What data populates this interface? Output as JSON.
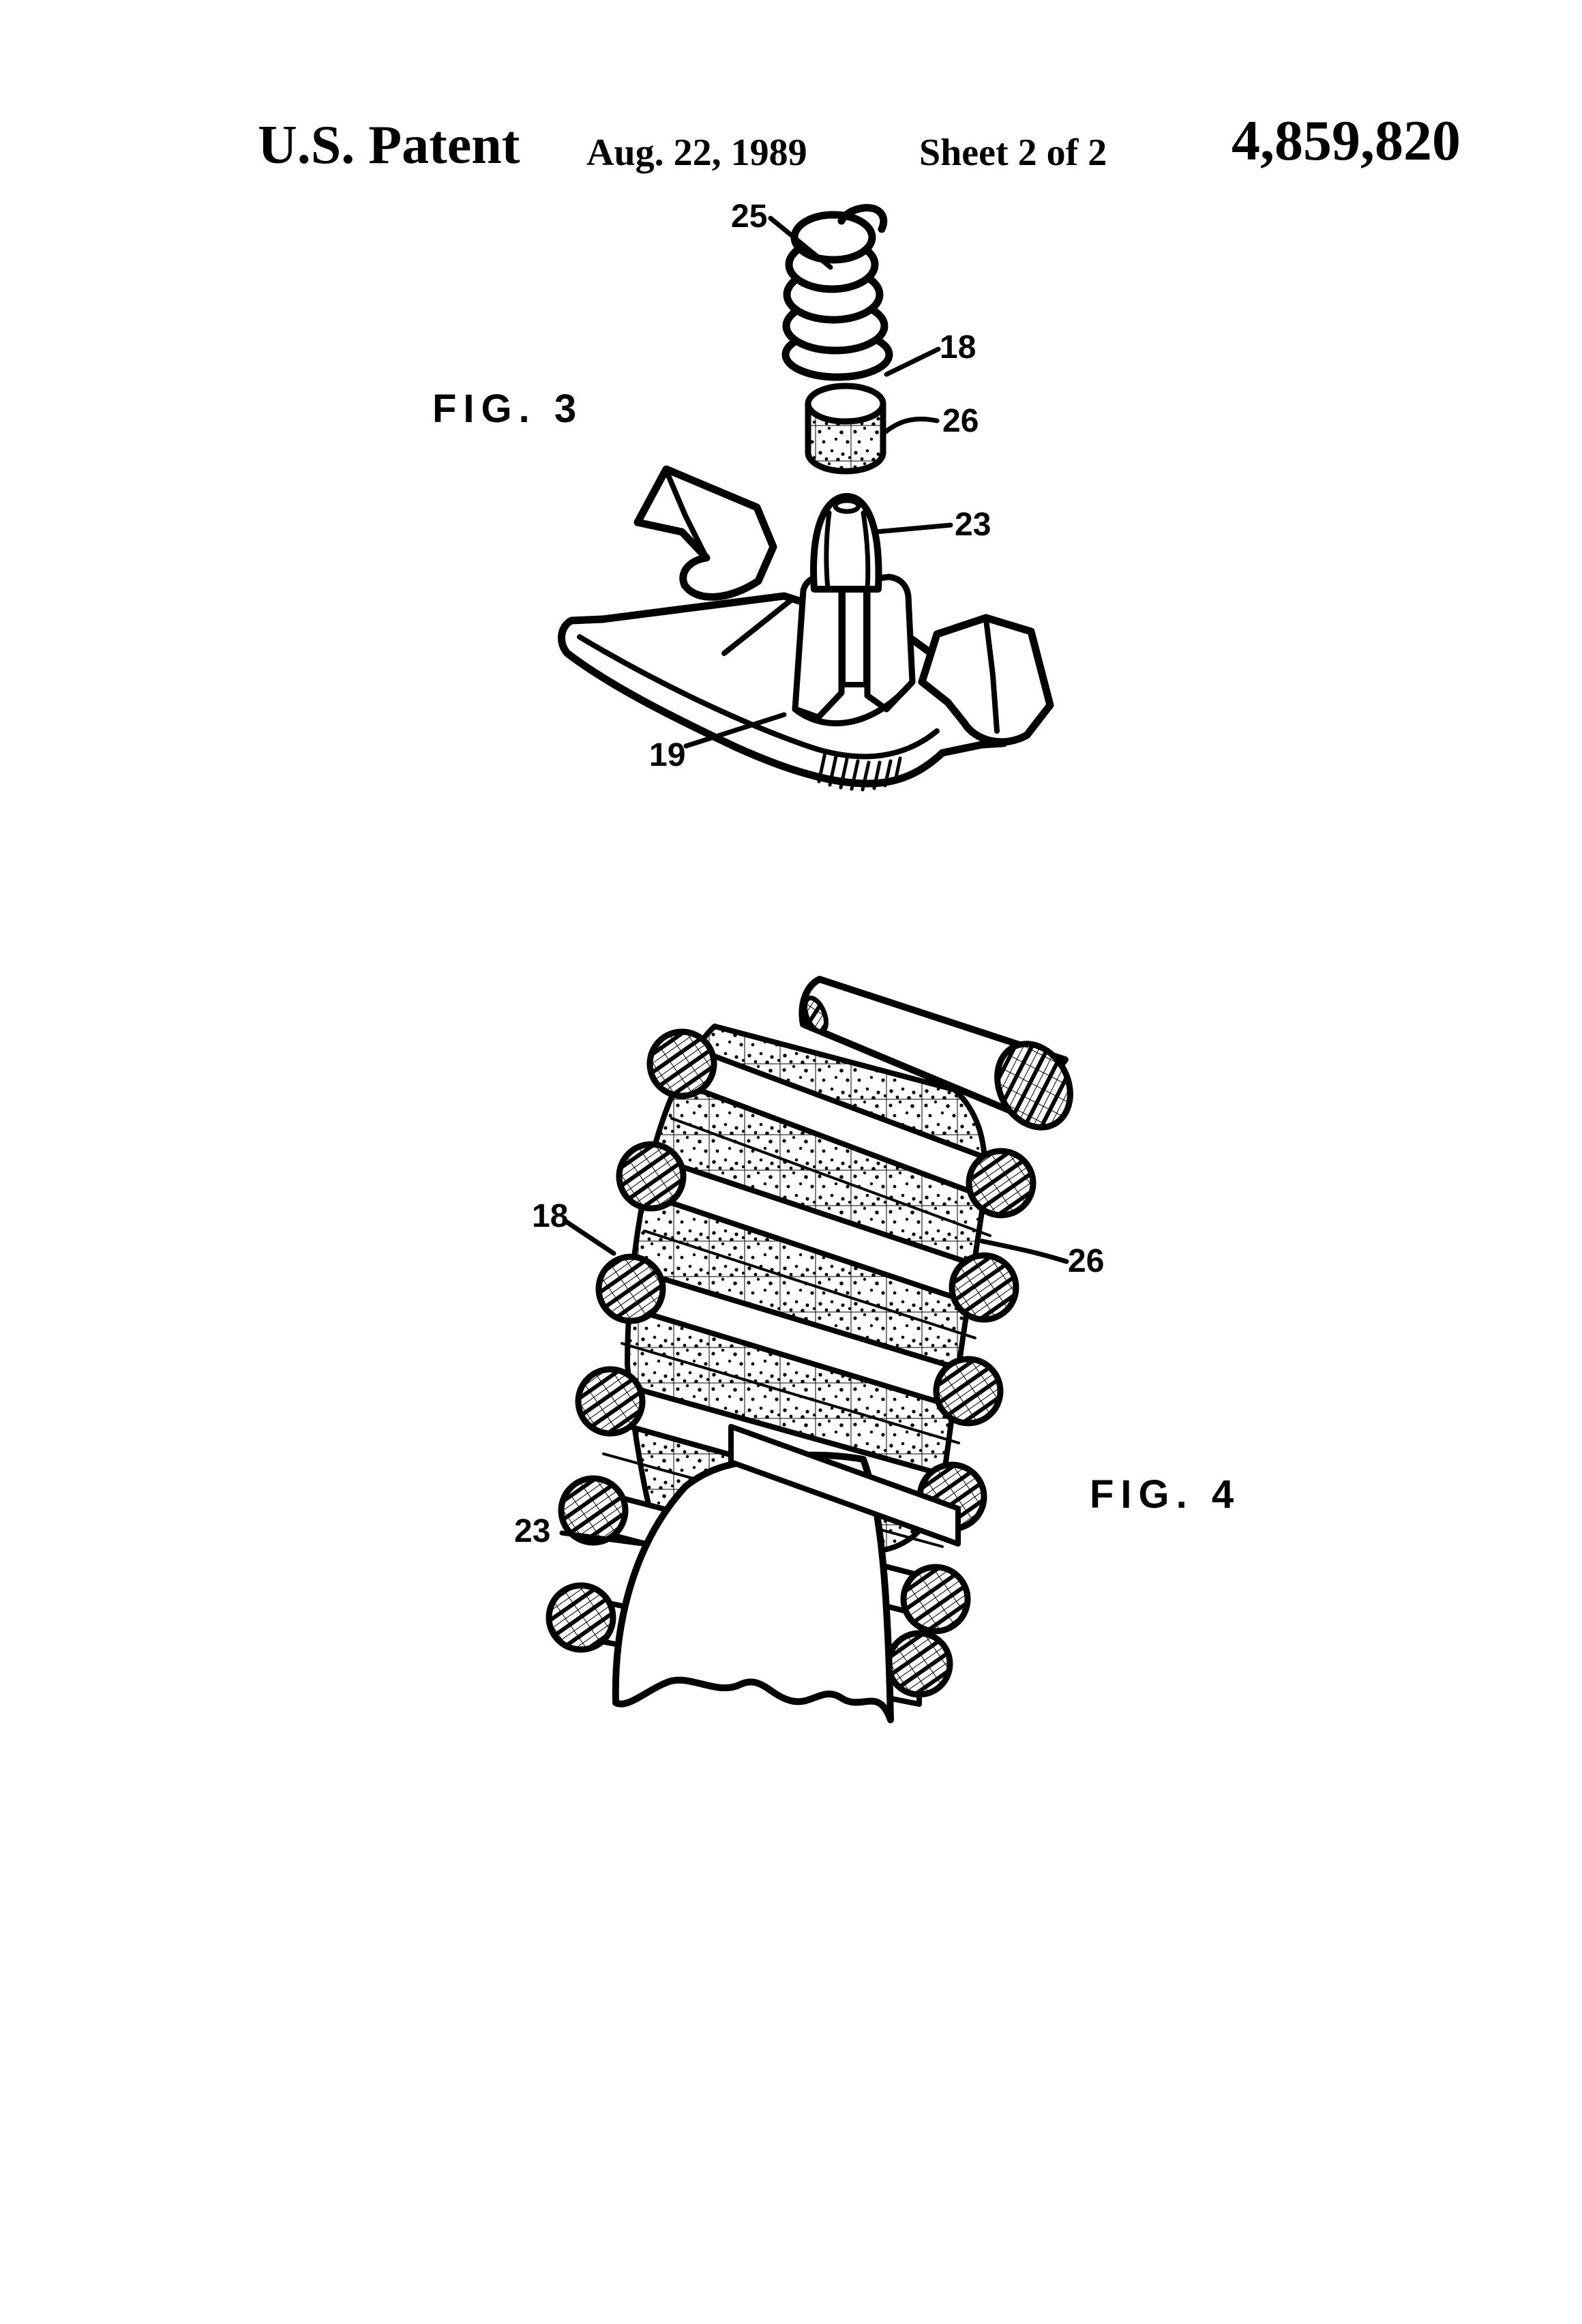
{
  "header": {
    "title": "U.S. Patent",
    "date": "Aug. 22, 1989",
    "sheet": "Sheet 2 of 2",
    "patent_number": "4,859,820"
  },
  "figure3": {
    "caption": "FIG. 3",
    "ref_labels": {
      "spring": "25",
      "coil_wire": "18",
      "elastomer_plug": "26",
      "knob": "23",
      "bracket": "19"
    }
  },
  "figure4": {
    "caption": "FIG. 4",
    "ref_labels": {
      "coil_wire": "18",
      "elastomer_core": "26",
      "knob": "23"
    }
  },
  "colors": {
    "ink": "#000000",
    "paper": "#ffffff"
  }
}
